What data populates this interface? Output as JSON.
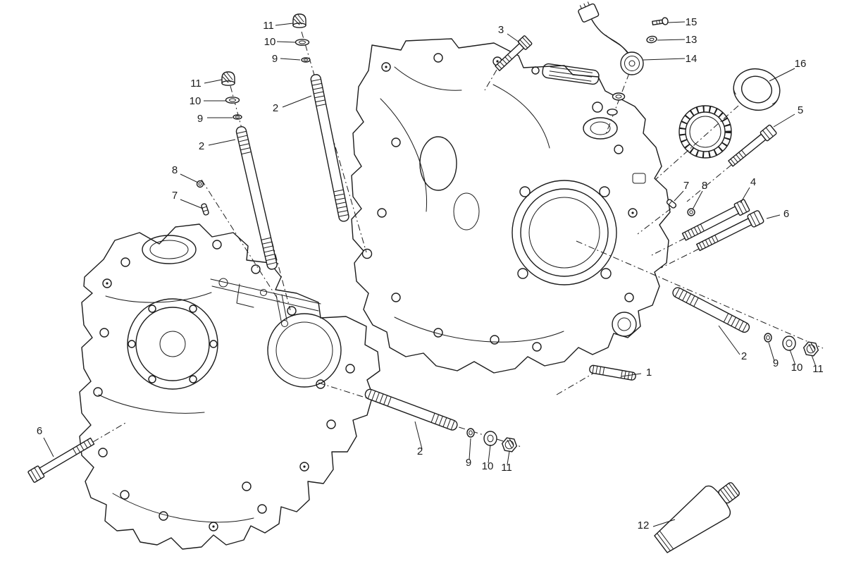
{
  "colors": {
    "line": "#1c1c1c",
    "background": "#ffffff"
  },
  "diagram": {
    "callouts": [
      "11",
      "10",
      "9",
      "2",
      "3",
      "15",
      "13",
      "14",
      "16",
      "11",
      "10",
      "9",
      "2",
      "5",
      "8",
      "7",
      "7",
      "8",
      "4",
      "6",
      "2",
      "9",
      "10",
      "11",
      "1",
      "2",
      "9",
      "10",
      "11",
      "6",
      "12"
    ]
  }
}
